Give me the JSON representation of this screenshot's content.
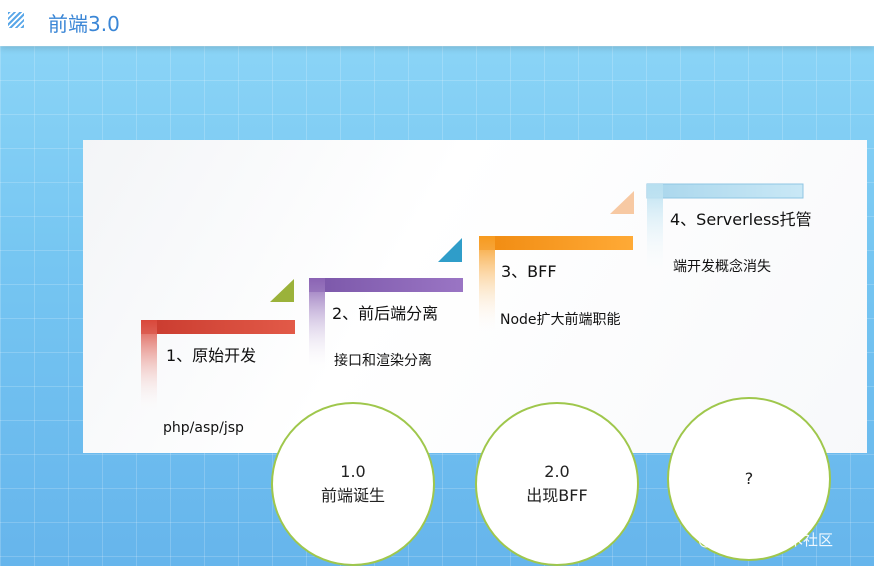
{
  "header": {
    "title": "前端3.0",
    "icon": "striped-square-icon"
  },
  "steps": [
    {
      "title": "1、原始开发",
      "subtitle": "php/asp/jsp",
      "color": "#d9473a",
      "triangle_color": "#9bb23a"
    },
    {
      "title": "2、前后端分离",
      "subtitle": "接口和渲染分离",
      "color": "#8a63b4",
      "triangle_color": "#2f9dc9"
    },
    {
      "title": "3、BFF",
      "subtitle": "Node扩大前端职能",
      "color": "#f79a1e",
      "triangle_color": "#f7c9a3"
    },
    {
      "title": "4、Serverless托管",
      "subtitle": "端开发概念消失",
      "color": "#b7dff0",
      "triangle_color": ""
    }
  ],
  "circles": [
    {
      "line1": "1.0",
      "line2": "前端诞生"
    },
    {
      "line1": "2.0",
      "line2": "出现BFF"
    },
    {
      "line1": "?",
      "line2": ""
    }
  ],
  "watermark": "@稀土掘金技术社区"
}
